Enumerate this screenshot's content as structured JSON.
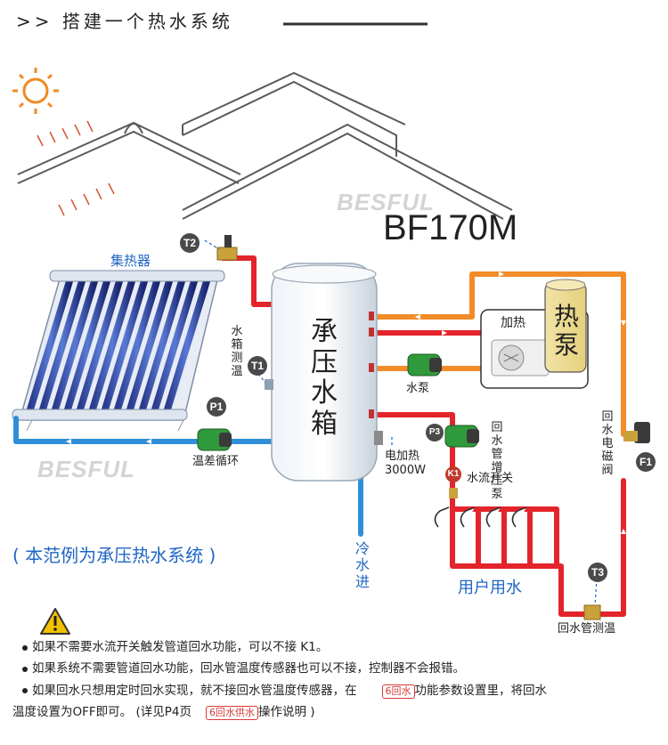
{
  "header": {
    "title": ">> 搭建一个热水系统"
  },
  "model": "BF170M",
  "brand": "BESFUL",
  "labels": {
    "collector": "集热器",
    "tank": "承压水箱",
    "tank_sensor": "水箱测温",
    "diff_pump": "温差循环",
    "heat_label": "加热",
    "heat_pump": "热泵",
    "water_pump": "水泵",
    "return_pump": "回水管增压泵",
    "electric_heat": "电加热",
    "electric_heat_power": "3000W",
    "flow_switch": "水流开关",
    "solenoid": "回水电磁阀",
    "cold_in": "冷水进",
    "user_water": "用户用水",
    "return_temp": "回水管测温",
    "example": "( 本范例为承压热水系统 )"
  },
  "badges": {
    "t1": "T1",
    "t2": "T2",
    "t3": "T3",
    "p1": "P1",
    "p3": "P3",
    "k1": "K1",
    "f1": "F1"
  },
  "notes": {
    "n1": "如果不需要水流开关触发管道回水功能，可以不接 K1。",
    "n2": "如果系统不需要管道回水功能，回水管温度传感器也可以不接，控制器不会报错。",
    "n3a": "如果回水只想用定时回水实现，就不接回水管温度传感器，在",
    "pill1": "6回水",
    "n3b": "功能参数设置里，将回水",
    "n4a": "温度设置为OFF即可。 (详见P4页",
    "pill2": "6回水供水",
    "n4b": "操作说明 )"
  },
  "colors": {
    "red": "#e3242b",
    "orange": "#f28c28",
    "blue": "#2e8fd8",
    "accent": "#1f66c4"
  }
}
